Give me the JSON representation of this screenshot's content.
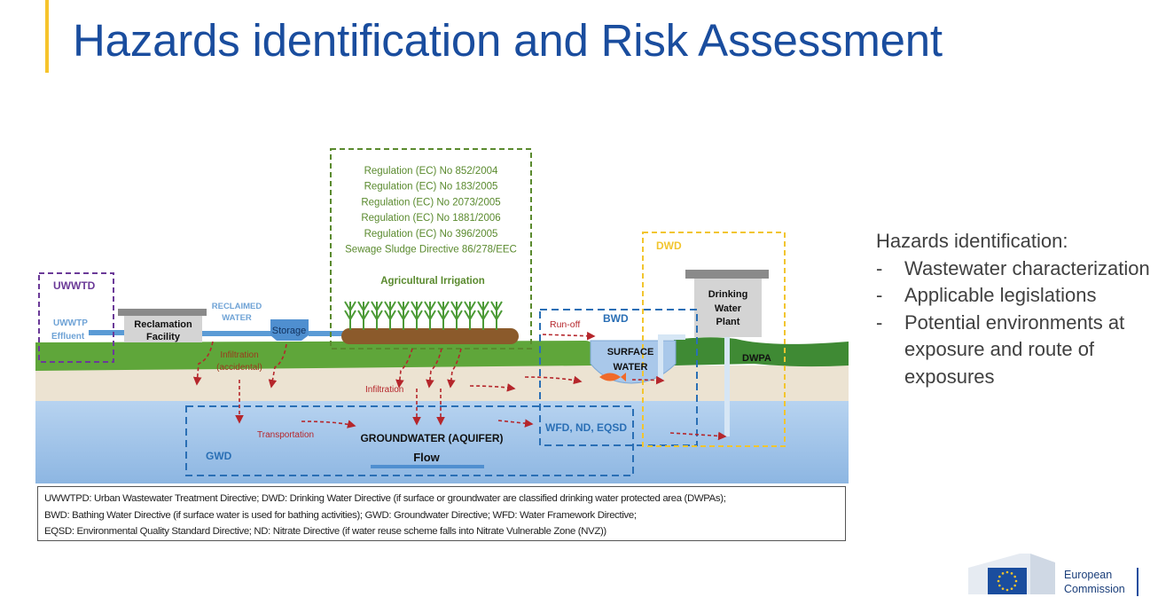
{
  "title": "Hazards identification and Risk Assessment",
  "diagram": {
    "regulations": [
      "Regulation (EC) No 852/2004",
      "Regulation (EC) No 183/2005",
      "Regulation (EC) No 2073/2005",
      "Regulation (EC) No 1881/2006",
      "Regulation (EC) No 396/2005",
      "Sewage Sludge Directive 86/278/EEC"
    ],
    "agricultural_irrigation": "Agricultural Irrigation",
    "uwwtd": "UWWTD",
    "uwwtp_effluent": [
      "UWWTP",
      "Effluent"
    ],
    "reclamation_facility": [
      "Reclamation",
      "Facility"
    ],
    "reclaimed_water": [
      "RECLAIMED",
      "WATER"
    ],
    "storage": "Storage",
    "infiltration_accidental": [
      "Infiltration",
      "(accidental)"
    ],
    "infiltration": "Infiltration",
    "transportation": "Transportation",
    "groundwater": "GROUNDWATER (AQUIFER)",
    "flow": "Flow",
    "gwd": "GWD",
    "runoff": "Run-off",
    "bwd": "BWD",
    "surface_water": [
      "SURFACE",
      "WATER"
    ],
    "wfd": "WFD, ND, EQSD",
    "dwd": "DWD",
    "drinking_plant": [
      "Drinking",
      "Water",
      "Plant"
    ],
    "dwpa": "DWPA",
    "colors": {
      "uwwtd": "#6b3a98",
      "reg": "#5a8a2e",
      "bwd": "#2a6fb5",
      "dwd": "#f2c52e",
      "arrow": "#b5262b",
      "grass": "#5fa63a",
      "sand": "#ece3d2",
      "water": "#a9c8ea"
    }
  },
  "legend": [
    "UWWTPD: Urban Wastewater Treatment Directive; DWD: Drinking Water Directive (if surface or groundwater are classified drinking water protected area (DWPAs);",
    "BWD: Bathing Water Directive (if surface water is used for bathing activities); GWD: Groundwater Directive; WFD: Water Framework Directive;",
    "EQSD: Environmental Quality Standard Directive; ND: Nitrate Directive (if water reuse scheme falls into Nitrate Vulnerable Zone (NVZ))"
  ],
  "side": {
    "heading": "Hazards identification:",
    "items": [
      "Wastewater characterization",
      "Applicable legislations",
      "Potential environments at exposure and route of exposures"
    ],
    "dash": "-"
  },
  "logo": {
    "line1": "European",
    "line2": "Commission"
  }
}
